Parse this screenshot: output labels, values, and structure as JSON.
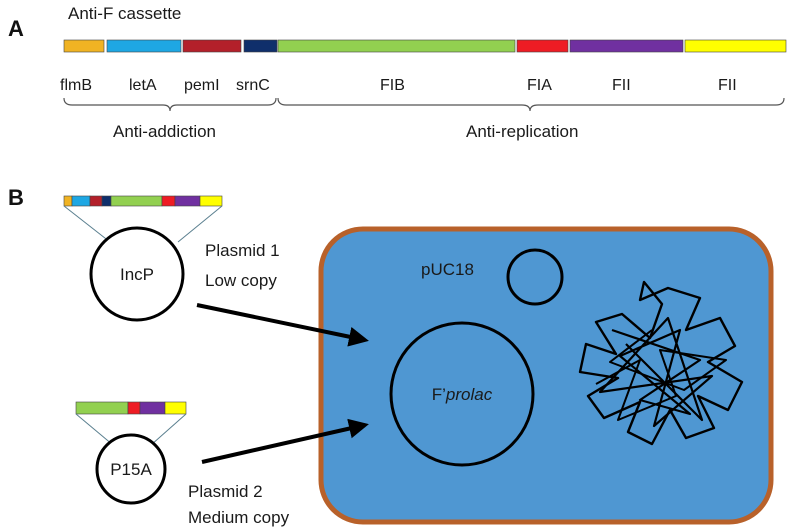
{
  "panel_a": {
    "letter": "A",
    "title": "Anti-F cassette",
    "segments": [
      {
        "gene": "flmB",
        "color": "#f0b323"
      },
      {
        "gene": "letA",
        "color": "#1ea7e3"
      },
      {
        "gene": "pemI",
        "color": "#b3202a"
      },
      {
        "gene": "srnC",
        "color": "#0f2f6b"
      },
      {
        "gene": "FIB",
        "color": "#92d050"
      },
      {
        "gene": "FIA",
        "color": "#ee1c24"
      },
      {
        "gene": "FII",
        "color": "#7030a0"
      },
      {
        "gene": "FII",
        "color": "#ffff00"
      }
    ],
    "groups": {
      "anti_addiction": "Anti-addiction",
      "anti_replication": "Anti-replication"
    }
  },
  "panel_b": {
    "letter": "B",
    "plasmid1": {
      "name": "IncP",
      "label_line1": "Plasmid 1",
      "label_line2": "Low copy"
    },
    "plasmid2": {
      "name": "P15A",
      "label_line1": "Plasmid 2",
      "label_line2": "Medium copy"
    },
    "cell": {
      "fill_color": "#4f97d2",
      "border_color": "#b8612a",
      "puc": "pUC18",
      "fprolac_prefix": "F’",
      "fprolac_italic": "prolac"
    }
  }
}
